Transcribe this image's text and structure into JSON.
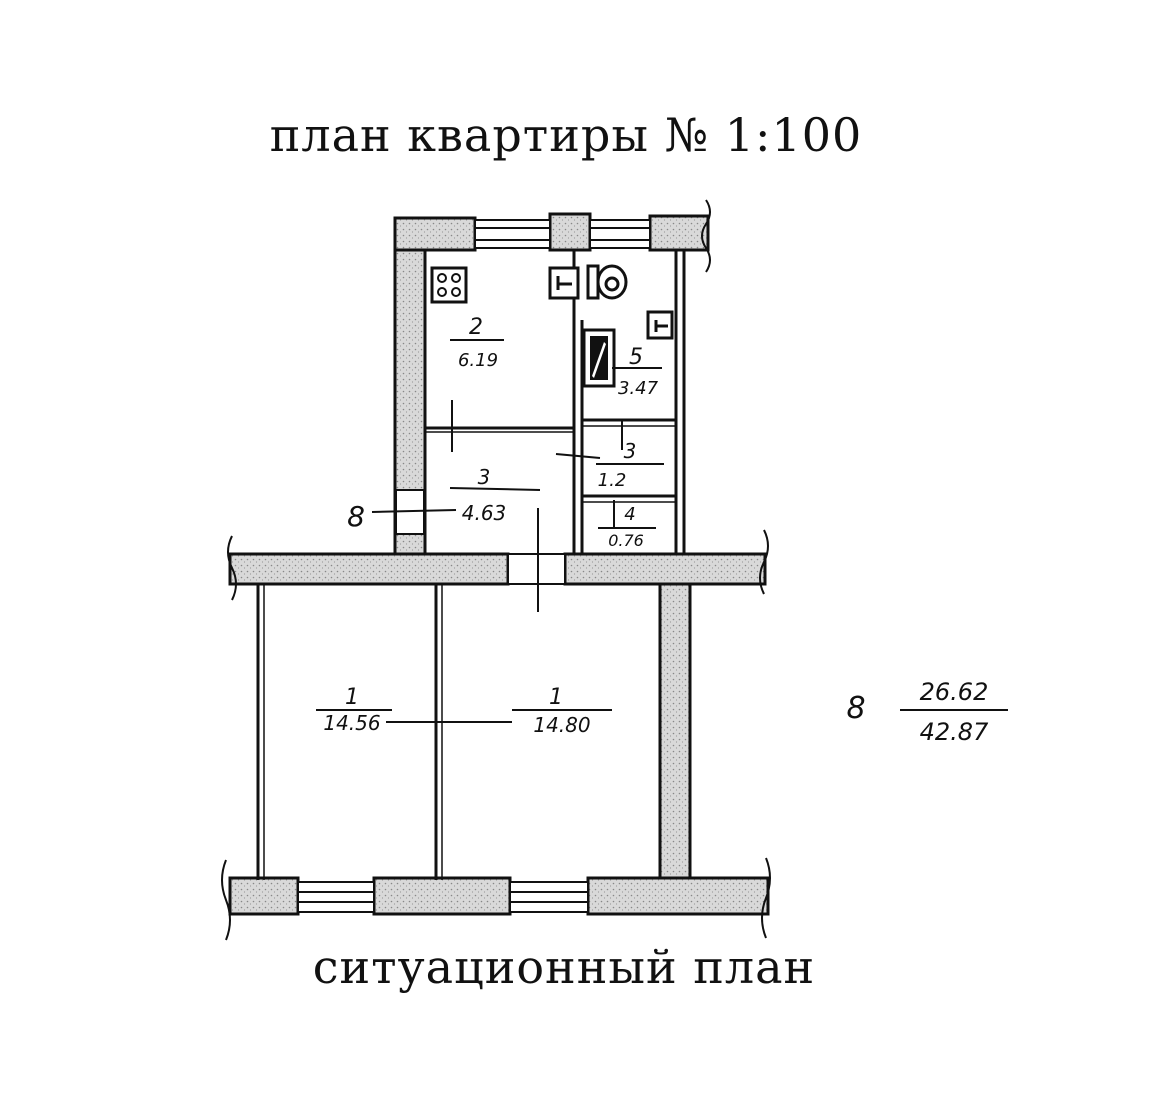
{
  "title": "план квартиры № 1:100",
  "subtitle": "ситуационный план",
  "rooms": {
    "kitchen": {
      "number": "2",
      "area": "6.19"
    },
    "bathroom": {
      "number": "5",
      "area": "3.47"
    },
    "corridor": {
      "number": "3",
      "area": "1.2"
    },
    "storage": {
      "number": "4",
      "area": "0.76"
    },
    "hall": {
      "number": "3",
      "area": "4.63"
    },
    "room_left": {
      "number": "1",
      "area": "14.56"
    },
    "room_right": {
      "number": "1",
      "area": "14.80"
    }
  },
  "markers": {
    "hall": "8"
  },
  "summary": {
    "marker": "8",
    "living_area": "26.62",
    "total_area": "42.87"
  }
}
